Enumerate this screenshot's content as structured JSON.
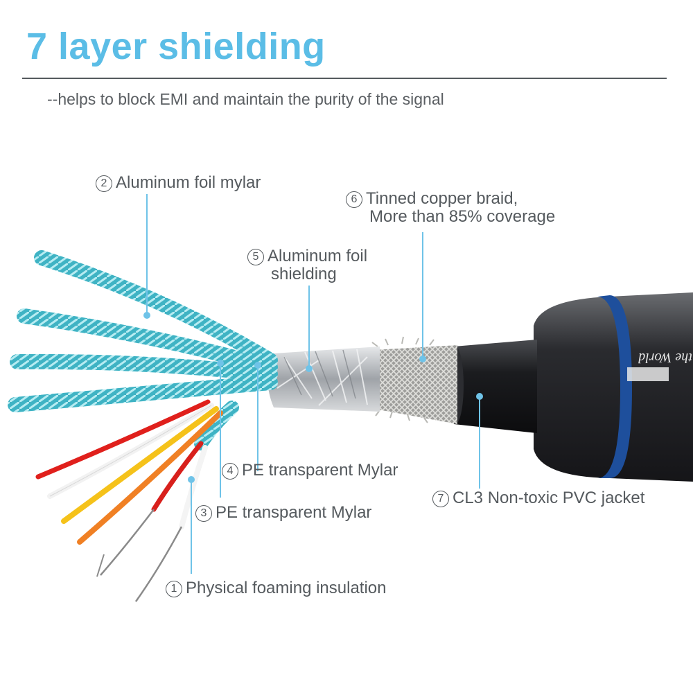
{
  "title": "7 layer shielding",
  "subtitle": "--helps to block EMI and maintain the purity of the signal",
  "brand_text": "the World",
  "colors": {
    "title": "#5bbde6",
    "label_text": "#555a5e",
    "leader_line": "#6fc3e8",
    "foil_pair": "#3fb3c4",
    "jacket": "#1b1c1f",
    "connector_band": "#1e4f9c",
    "braid": "#b7b7b4",
    "aluminum": "#c9cbce"
  },
  "layers": [
    {
      "number": "1",
      "label": "Physical foaming insulation",
      "line2": ""
    },
    {
      "number": "2",
      "label": "Aluminum foil mylar",
      "line2": ""
    },
    {
      "number": "3",
      "label": "PE transparent Mylar",
      "line2": ""
    },
    {
      "number": "4",
      "label": "PE transparent Mylar",
      "line2": ""
    },
    {
      "number": "5",
      "label": "Aluminum foil",
      "line2": "shielding"
    },
    {
      "number": "6",
      "label": "Tinned copper braid,",
      "line2": "More than 85% coverage"
    },
    {
      "number": "7",
      "label": "CL3 Non-toxic PVC jacket",
      "line2": ""
    }
  ]
}
